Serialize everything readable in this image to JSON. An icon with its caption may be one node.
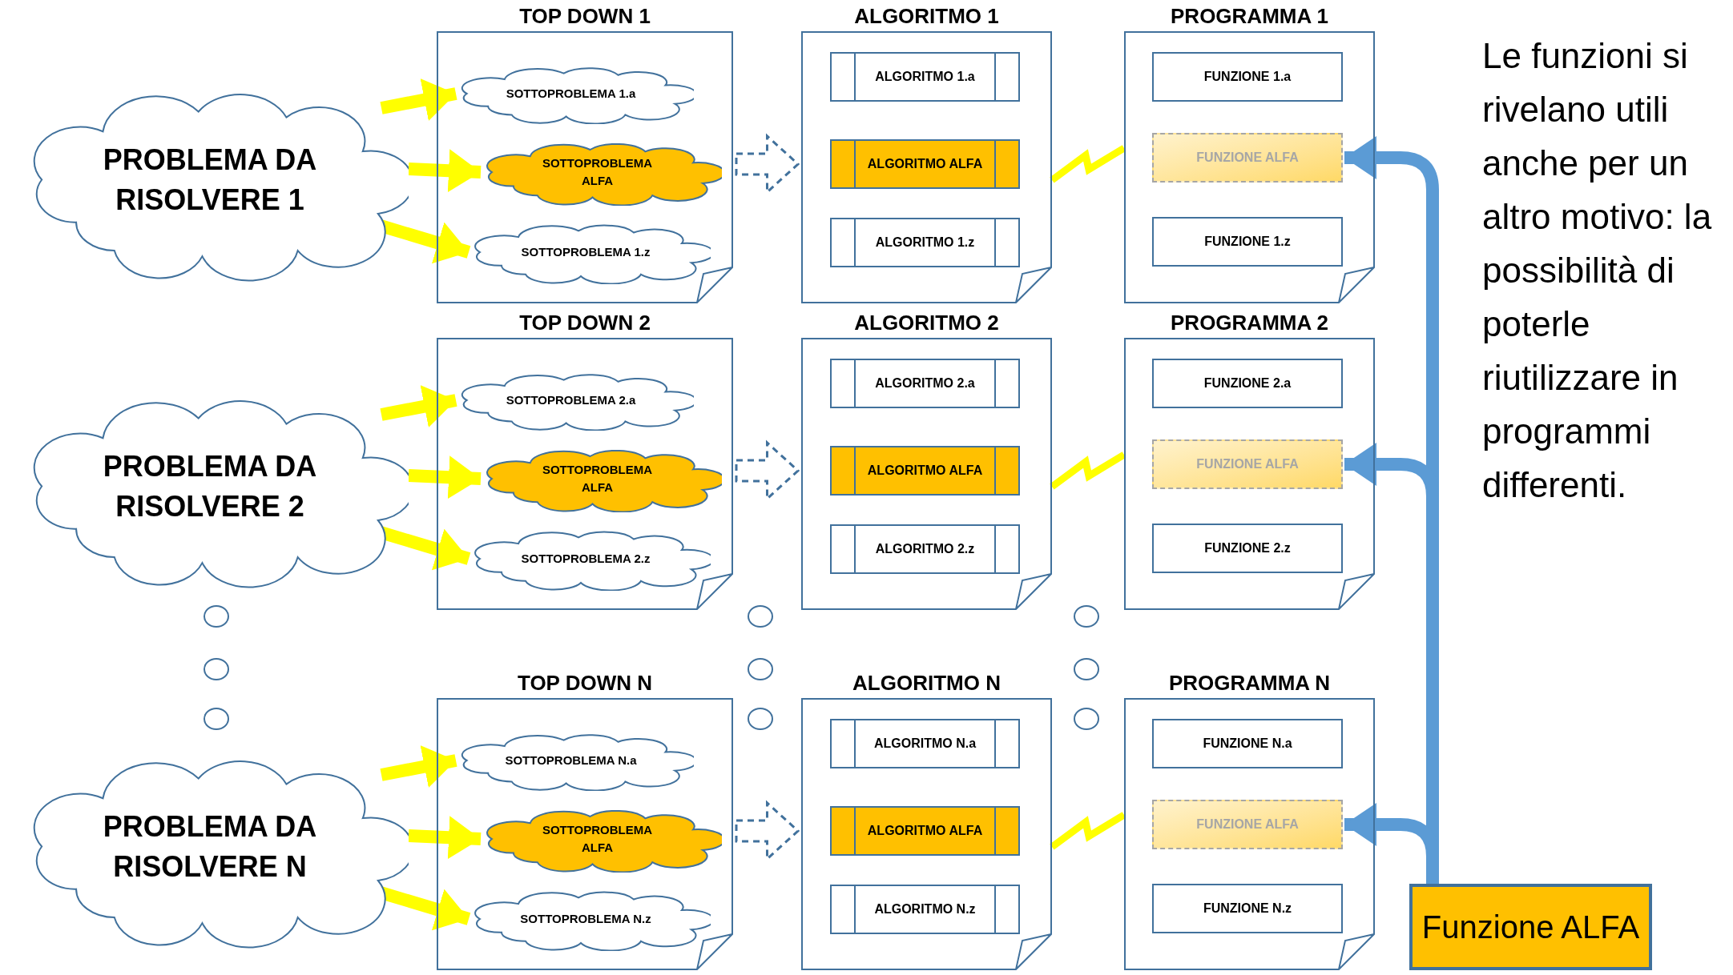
{
  "diagram": {
    "nodes": [
      {
        "text": [
          "PROBLEMA DA RISOLVERE 1"
        ]
      },
      {
        "text": [
          "TOP DOWN 1"
        ]
      },
      {
        "text": [
          "SOTTOPROBLEMA 1.a"
        ],
        "in": 1
      },
      {
        "text": [
          "SOTTOPROBLEMA ALFA"
        ],
        "in": 1
      },
      {
        "text": [
          "SOTTOPROBLEMA 1.z"
        ],
        "in": 1
      },
      {
        "text": [
          "ALGORITMO 1"
        ]
      },
      {
        "text": [
          "ALGORITMO 1.a"
        ],
        "in": 5
      },
      {
        "text": [
          "ALGORITMO ALFA"
        ],
        "in": 5
      },
      {
        "text": [
          "ALGORITMO 1.z"
        ],
        "in": 5
      },
      {
        "text": [
          "PROGRAMMA 1"
        ]
      },
      {
        "text": [
          "FUNZIONE 1.a"
        ],
        "in": 9
      },
      {
        "text": [
          "FUNZIONE ALFA"
        ],
        "in": 9
      },
      {
        "text": [
          "FUNZIONE 1.z"
        ],
        "in": 9
      },
      {
        "text": [
          "PROBLEMA DA RISOLVERE 2"
        ]
      },
      {
        "text": [
          "TOP DOWN 2"
        ]
      },
      {
        "text": [
          "SOTTOPROBLEMA 2.a"
        ],
        "in": 14
      },
      {
        "text": [
          "SOTTOPROBLEMA ALFA"
        ],
        "in": 14
      },
      {
        "text": [
          "SOTTOPROBLEMA 2.z"
        ],
        "in": 14
      },
      {
        "text": [
          "ALGORITMO 2"
        ]
      },
      {
        "text": [
          "ALGORITMO 2.a"
        ],
        "in": 18
      },
      {
        "text": [
          "ALGORITMO ALFA"
        ],
        "in": 18
      },
      {
        "text": [
          "ALGORITMO 2.z"
        ],
        "in": 18
      },
      {
        "text": [
          "PROGRAMMA 2"
        ]
      },
      {
        "text": [
          "FUNZIONE 2.a"
        ],
        "in": 22
      },
      {
        "text": [
          "FUNZIONE ALFA"
        ],
        "in": 22
      },
      {
        "text": [
          "FUNZIONE 2.z"
        ],
        "in": 22
      },
      {
        "text": [
          "PROBLEMA DA RISOLVERE N"
        ]
      },
      {
        "text": [
          "TOP DOWN N"
        ]
      },
      {
        "text": [
          "SOTTOPROBLEMA N.a"
        ],
        "in": 27
      },
      {
        "text": [
          "SOTTOPROBLEMA ALFA"
        ],
        "in": 27
      },
      {
        "text": [
          "SOTTOPROBLEMA N.z"
        ],
        "in": 27
      },
      {
        "text": [
          "ALGORITMO N"
        ]
      },
      {
        "text": [
          "ALGORITMO N.a"
        ],
        "in": 31
      },
      {
        "text": [
          "ALGORITMO ALFA"
        ],
        "in": 31
      },
      {
        "text": [
          "ALGORITMO N.z"
        ],
        "in": 31
      },
      {
        "text": [
          "PROGRAMMA N"
        ]
      },
      {
        "text": [
          "FUNZIONE N.a"
        ],
        "in": 35
      },
      {
        "text": [
          "FUNZIONE ALFA"
        ],
        "in": 35
      },
      {
        "text": [
          "FUNZIONE N.z"
        ],
        "in": 35
      },
      {
        "text": [
          "Funzione ALFA"
        ]
      }
    ],
    "edges": [
      {
        "from": 0,
        "to": 2,
        "arrow": "to"
      },
      {
        "from": 0,
        "to": 3,
        "arrow": "to"
      },
      {
        "from": 0,
        "to": 4,
        "arrow": "to"
      },
      {
        "from": 1,
        "to": 5,
        "arrow": "to",
        "style": "dashed",
        "color": "#41719c"
      },
      {
        "from": 5,
        "to": 9,
        "arrow": "none"
      },
      {
        "from": 13,
        "to": 15,
        "arrow": "to"
      },
      {
        "from": 13,
        "to": 16,
        "arrow": "to"
      },
      {
        "from": 13,
        "to": 17,
        "arrow": "to"
      },
      {
        "from": 14,
        "to": 18,
        "arrow": "to",
        "style": "dashed",
        "color": "#41719c"
      },
      {
        "from": 18,
        "to": 22,
        "arrow": "none"
      },
      {
        "from": 26,
        "to": 28,
        "arrow": "to"
      },
      {
        "from": 26,
        "to": 29,
        "arrow": "to"
      },
      {
        "from": 26,
        "to": 30,
        "arrow": "to"
      },
      {
        "from": 27,
        "to": 31,
        "arrow": "to",
        "style": "dashed",
        "color": "#41719c"
      },
      {
        "from": 31,
        "to": 35,
        "arrow": "none"
      },
      {
        "from": 39,
        "to": 11,
        "arrow": "to",
        "color": "#5b9bd5"
      },
      {
        "from": 39,
        "to": 24,
        "arrow": "to",
        "color": "#5b9bd5"
      },
      {
        "from": 39,
        "to": 37,
        "arrow": "to",
        "color": "#5b9bd5"
      }
    ],
    "labels": [
      "Le funzioni si rivelano utili anche per un altro motivo: la possibilità di poterle riutilizzare in programmi differenti."
    ]
  }
}
